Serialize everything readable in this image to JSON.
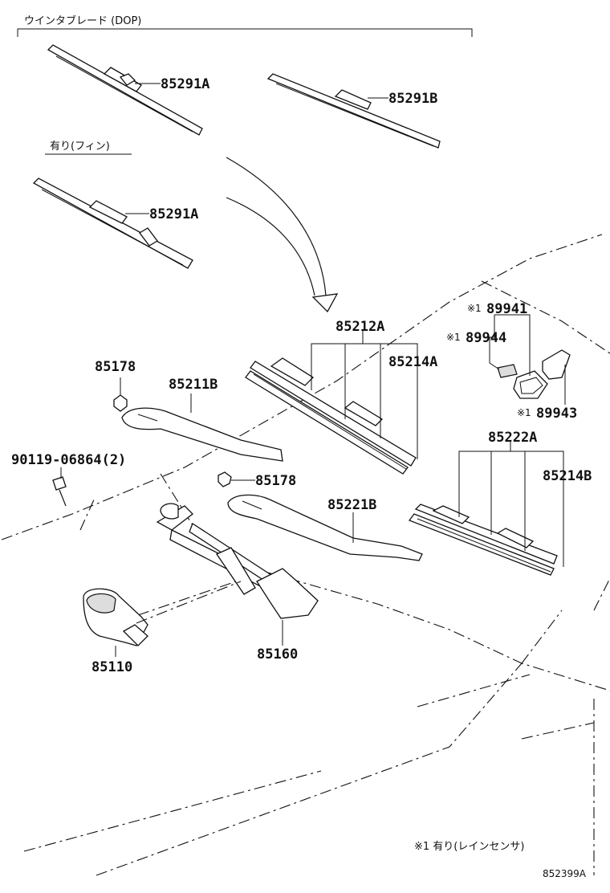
{
  "header": {
    "set_title": "ウインタブレード (DOP)",
    "fin_note": "有り(フィン)"
  },
  "parts": {
    "blade_a_top": "85291A",
    "blade_b_top": "85291B",
    "blade_a_fin": "85291A",
    "blade_assy_left": "85212A",
    "rubber_left": "85214A",
    "nut_top": "85178",
    "arm_left": "85211B",
    "bolt": "90119-06864(2)",
    "nut_mid": "85178",
    "arm_right": "85221B",
    "blade_assy_right": "85222A",
    "rubber_right": "85214B",
    "motor": "85110",
    "link": "85160",
    "sensor_cover": "89941",
    "sensor_pad": "89944",
    "sensor_bracket": "89943"
  },
  "marks": {
    "sensor_cover_mark": "※1",
    "sensor_pad_mark": "※1",
    "sensor_bracket_mark": "※1"
  },
  "footnote": "※1 有り(レインセンサ)",
  "figure_code": "852399A"
}
